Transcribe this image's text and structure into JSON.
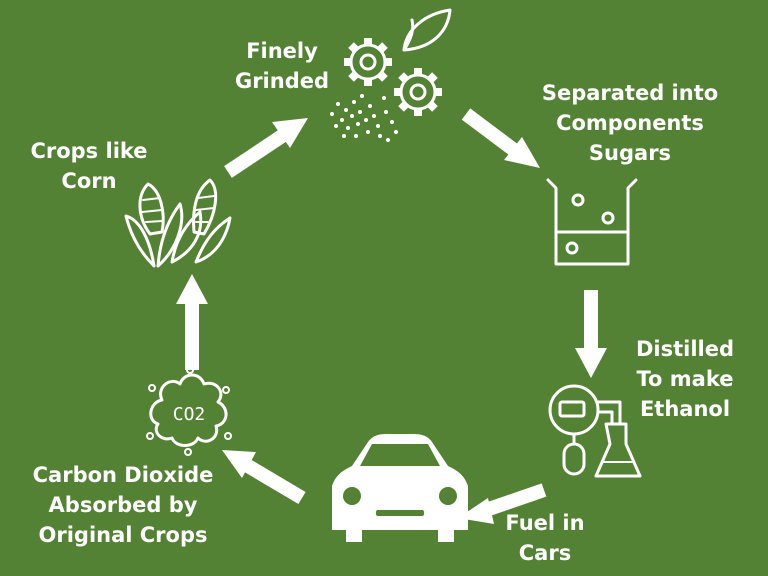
{
  "colors": {
    "background": "#548235",
    "foreground": "#ffffff"
  },
  "cycle": {
    "steps": [
      {
        "id": "crops",
        "label": "Crops like\nCorn",
        "icon": "corn-icon"
      },
      {
        "id": "grind",
        "label": "Finely\nGrinded",
        "icon": "gears-grinding-icon"
      },
      {
        "id": "separate",
        "label": "Separated into\nComponents\nSugars",
        "icon": "beaker-icon"
      },
      {
        "id": "distill",
        "label": "Distilled\nTo make\nEthanol",
        "icon": "distillation-flask-icon"
      },
      {
        "id": "fuel",
        "label": "Fuel in\nCars",
        "icon": "car-icon"
      },
      {
        "id": "co2",
        "label": "Carbon Dioxide\nAbsorbed by\nOriginal Crops",
        "icon": "co2-cloud-icon"
      }
    ],
    "co2_icon_text": "CO2"
  }
}
